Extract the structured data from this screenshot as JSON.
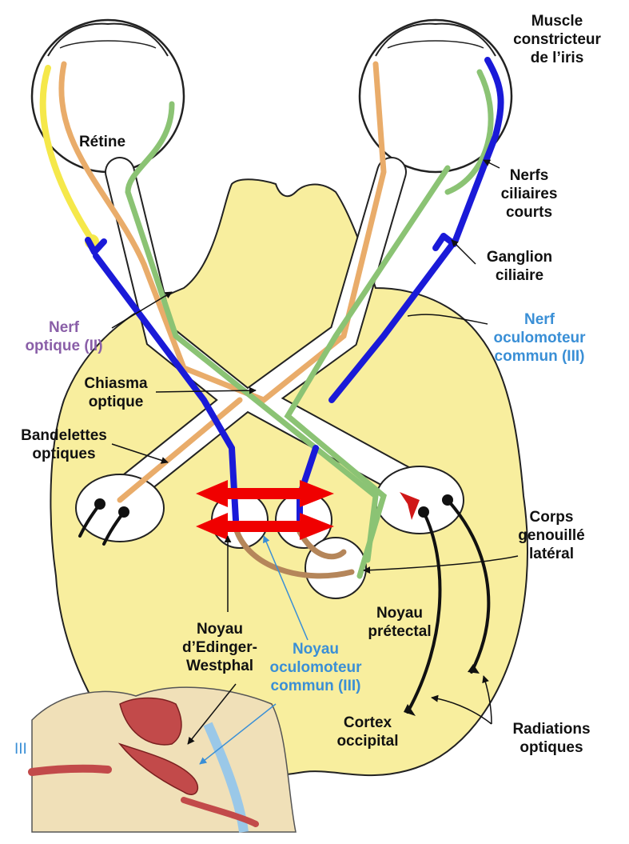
{
  "labels": {
    "muscle": [
      "Muscle",
      "constricteur",
      "de l’iris"
    ],
    "retine": "Rétine",
    "nerfs_ciliaires": [
      "Nerfs",
      "ciliaires",
      "courts"
    ],
    "ganglion": [
      "Ganglion",
      "ciliaire"
    ],
    "nerf_optique": [
      "Nerf",
      "optique (II)"
    ],
    "nerf_oculomoteur": [
      "Nerf",
      "oculomoteur",
      "commun (III)"
    ],
    "chiasma": [
      "Chiasma",
      "optique"
    ],
    "bandelettes": [
      "Bandelettes",
      "optiques"
    ],
    "corps_genouille": [
      "Corps",
      "genouillé",
      "latéral"
    ],
    "noyau_pretectal": [
      "Noyau",
      "prétectal"
    ],
    "noyau_edinger": [
      "Noyau",
      "d’Edinger-",
      "Westphal"
    ],
    "noyau_oculomoteur": [
      "Noyau",
      "oculomoteur",
      "commun (III)"
    ],
    "cortex": [
      "Cortex",
      "occipital"
    ],
    "radiations": [
      "Radiations",
      "optiques"
    ],
    "iii": "III"
  },
  "colors": {
    "brain": "#f8ee9e",
    "afferent_left": "#f5e84a",
    "afferent_right": "#e9ac6a",
    "green_path": "#8bc374",
    "efferent": "#1a1ad8",
    "bidirectional_arrow": "#f00000",
    "interneuron": "#b5865a",
    "label_blue": "#3a8fd6",
    "label_purple": "#8a5fa8"
  }
}
